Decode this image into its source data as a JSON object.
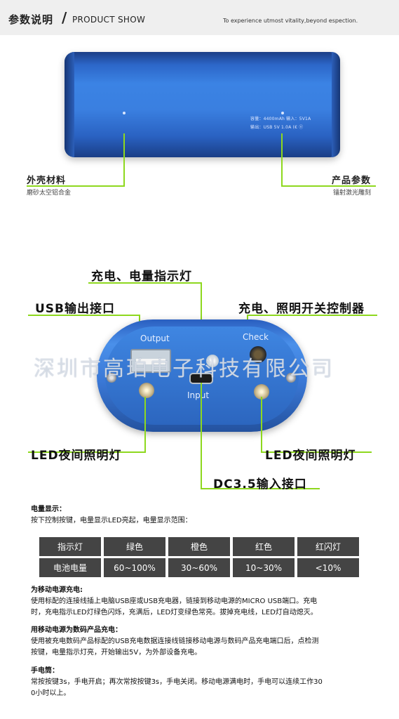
{
  "header": {
    "title_cn": "参数说明",
    "slash": "/",
    "title_en": "PRODUCT SHOW",
    "tagline": "To experience utmost vitality,beyond espection."
  },
  "top_product": {
    "spec_line1": "容量：4400mAh  输入：5V1A",
    "spec_line2": "输出：USB 5V 1.0A  (€ ⓔ",
    "left_label": "外壳材料",
    "left_sub": "磨砂太空铝合金",
    "right_label": "产品参数",
    "right_sub": "镭射激光雕刻"
  },
  "end_product": {
    "port_output": "Output",
    "port_check": "Check",
    "port_input": "Input",
    "watermark": "深圳市高珀电子科技有限公司",
    "callout_indicator": "充电、电量指示灯",
    "callout_usb": "USB输出接口",
    "callout_switch": "充电、照明开关控制器",
    "callout_led_left": "LED夜间照明灯",
    "callout_led_right": "LED夜间照明灯",
    "callout_dc": "DC3.5输入接口"
  },
  "power_display": {
    "heading": "电量显示：",
    "desc": "按下控制按键，电量显示LED亮起，电量显示范围：",
    "table": [
      [
        "指示灯",
        "绿色",
        "橙色",
        "红色",
        "红闪灯"
      ],
      [
        "电池电量",
        "60~100%",
        "30~60%",
        "10~30%",
        "<10%"
      ]
    ]
  },
  "sections": [
    {
      "heading": "为移动电源充电:",
      "lines": [
        "使用标配的连接线插上电脑USB座或USB充电器，链接到移动电源的MICRO USB端口。充电",
        "时，充电指示LED灯绿色闪烁，充满后，LED灯变绿色常亮。拔掉充电线，LED灯自动熄灭。"
      ]
    },
    {
      "heading": "用移动电源为数码产品充电：",
      "lines": [
        "使用被充电数码产品标配的USB充电数据连接线链接移动电源与数码产品充电端口后，点检测",
        "按键，电量指示灯亮，开始输出5V，为外部设备充电。"
      ]
    },
    {
      "heading": "手电筒：",
      "lines": [
        "常按按键3s，手电开启；再次常按按键3s，手电关闭。移动电源满电时，手电可以连续工作30",
        "0小时以上。"
      ]
    }
  ],
  "colors": {
    "accent_line": "#8ed81e",
    "product_blue": "#3a7fe0",
    "table_cell": "#444444"
  }
}
